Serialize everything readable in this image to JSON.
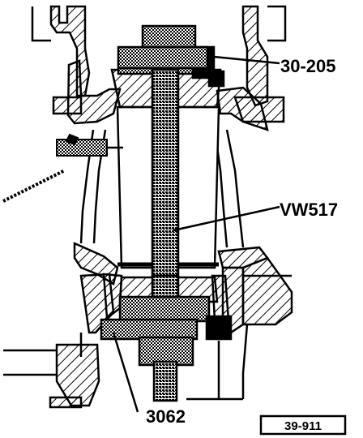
{
  "labels": {
    "top_tool": "30-205",
    "spindle": "VW517",
    "bottom_tool": "3062"
  },
  "reference_box": "39-911",
  "colors": {
    "ink": "#000000",
    "paper": "#ffffff"
  }
}
